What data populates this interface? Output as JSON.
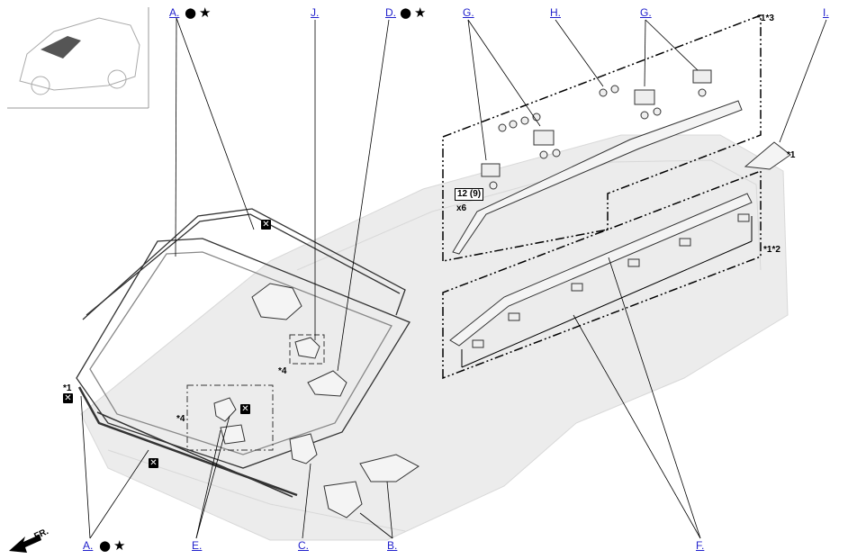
{
  "callouts": {
    "a_top": "A.",
    "j": "J.",
    "d": "D.",
    "g_left": "G.",
    "h": "H.",
    "g_right": "G.",
    "i": "I.",
    "a_bottom": "A.",
    "e": "E.",
    "c": "C.",
    "b": "B.",
    "f": "F."
  },
  "symbols": {
    "dot": "●",
    "star": "★",
    "x_mark": "✕"
  },
  "notes": {
    "note_13": "*1*3",
    "note_1_right": "*1",
    "note_12": "*1*2",
    "note_1_left": "*1",
    "note_4_upper": "*4",
    "note_4_lower": "*4",
    "torque_value": "12 (9)",
    "quantity": "x6"
  },
  "direction_label": "FR.",
  "icons": {
    "front_arrow": "fr-arrow-icon",
    "vehicle_locator": "vehicle-locator-icon"
  },
  "colors": {
    "callout_link": "#2222cc",
    "line": "#000000",
    "ghost_body": "#e6e6e6"
  }
}
